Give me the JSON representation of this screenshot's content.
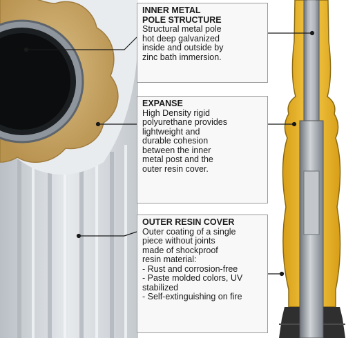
{
  "callouts": {
    "metal": {
      "title": "INNER METAL\nPOLE STRUCTURE",
      "body": "Structural metal pole\nhot deep galvanized\ninside and outside by\nzinc bath immersion."
    },
    "expanse": {
      "title": "EXPANSE",
      "body": "High Density rigid\npolyurethane provides\nlightweight and\ndurable cohesion\nbetween the inner\nmetal post and the\nouter resin cover."
    },
    "resin": {
      "title": "OUTER RESIN COVER",
      "body": "Outer coating of a single\npiece without joints\nmade of shockproof\nresin material:",
      "items": [
        "- Rust and corrosion-free",
        "- Paste molded colors, UV\nstabilized",
        "- Self-extinguishing on fire"
      ]
    }
  },
  "colors": {
    "resin": "#d9dde1",
    "foam": "#e8b62a",
    "foam_section": "#c9a46a",
    "metal": "#9aa0a6",
    "pole_dark": "#2f2f2f"
  }
}
